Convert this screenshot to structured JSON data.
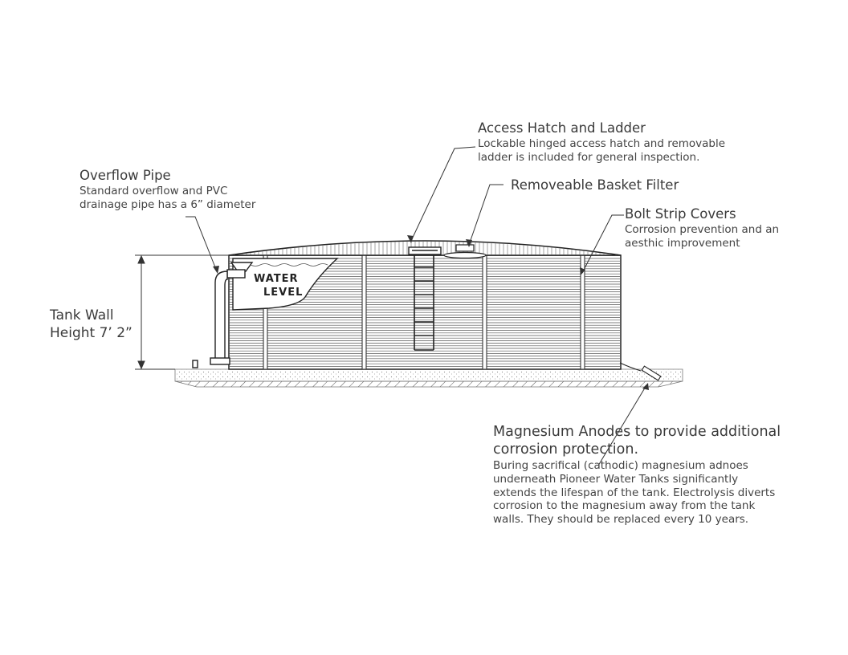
{
  "labels": {
    "access_hatch": {
      "title": "Access Hatch and Ladder",
      "desc": [
        "Lockable hinged access hatch and removable",
        "ladder is included for general inspection."
      ]
    },
    "basket_filter": {
      "title": "Removeable Basket Filter"
    },
    "overflow_pipe": {
      "title": "Overflow Pipe",
      "desc": [
        "Standard overflow and PVC",
        "drainage pipe has a 6” diameter"
      ]
    },
    "bolt_strip": {
      "title": "Bolt Strip Covers",
      "desc": [
        "Corrosion prevention and an",
        "aesthic improvement"
      ]
    },
    "tank_wall": {
      "lines": [
        "Tank Wall",
        "Height 7’ 2”"
      ]
    },
    "water_level": {
      "lines": [
        "WATER",
        "LEVEL"
      ]
    },
    "anodes": {
      "title": [
        "Magnesium Anodes to provide additional",
        "corrosion protection."
      ],
      "desc": [
        "Buring sacrifical (cathodic) magnesium adnoes",
        "underneath Pioneer Water Tanks significantly",
        "extends the lifespan of the tank. Electrolysis diverts",
        "corrosion to the magnesium away from the tank",
        "walls. They should be replaced every 10 years."
      ]
    }
  },
  "colors": {
    "line": "#222222",
    "text": "#3a3a3a",
    "ground": "#dddddd"
  }
}
